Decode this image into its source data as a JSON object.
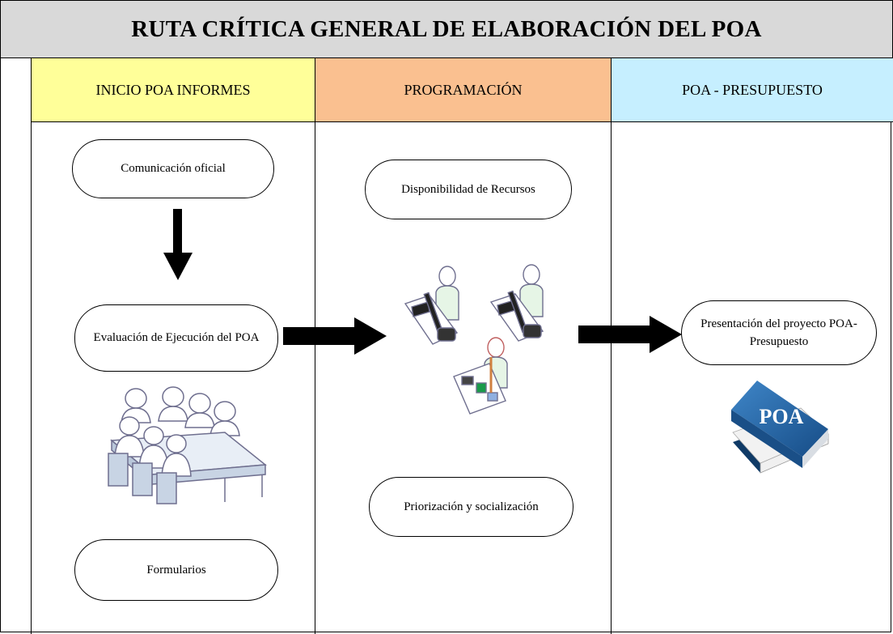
{
  "title": "RUTA CRÍTICA GENERAL DE ELABORACIÓN DEL POA",
  "lanes": [
    {
      "label": "INICIO POA INFORMES",
      "color": "#ffff99"
    },
    {
      "label": "PROGRAMACIÓN",
      "color": "#fac090"
    },
    {
      "label": "POA - PRESUPUESTO",
      "color": "#c6efff"
    }
  ],
  "nodes": {
    "comunicacion": "Comunicación oficial",
    "evaluacion": "Evaluación de Ejecución del POA",
    "formularios": "Formularios",
    "disponibilidad": "Disponibilidad de Recursos",
    "priorizacion": "Priorización y socialización",
    "presentacion": "Presentación del proyecto POA-Presupuesto"
  },
  "book": {
    "label": "POA",
    "color": "#1f5c99"
  },
  "icons": [
    "meeting-table-icon",
    "office-workers-icon",
    "poa-book-icon",
    "arrow-down-icon",
    "arrow-right-icon"
  ]
}
